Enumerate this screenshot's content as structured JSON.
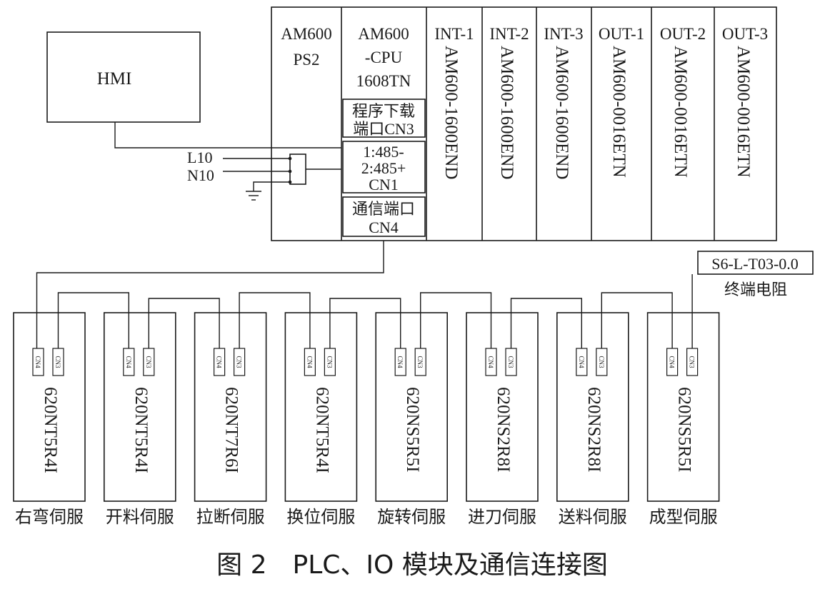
{
  "hmi": {
    "label": "HMI"
  },
  "power": {
    "l_label": "L10",
    "n_label": "N10"
  },
  "plc": {
    "ps": {
      "line1": "AM600",
      "line2": "PS2"
    },
    "cpu": {
      "line1": "AM600",
      "line2": "-CPU",
      "line3": "1608TN",
      "cn3": {
        "line1": "程序下载",
        "line2": "端口CN3"
      },
      "cn1": {
        "line1": "1:485-",
        "line2": "2:485+",
        "line3": "CN1"
      },
      "cn4": {
        "line1": "通信端口",
        "line2": "CN4"
      }
    },
    "modules": [
      {
        "header": "INT-1",
        "model": "AM600-1600END"
      },
      {
        "header": "INT-2",
        "model": "AM600-1600END"
      },
      {
        "header": "INT-3",
        "model": "AM600-1600END"
      },
      {
        "header": "OUT-1",
        "model": "AM600-0016ETN"
      },
      {
        "header": "OUT-2",
        "model": "AM600-0016ETN"
      },
      {
        "header": "OUT-3",
        "model": "AM600-0016ETN"
      }
    ]
  },
  "terminator": {
    "line1": "S6-L-T03-0.0",
    "line2": "终端电阻"
  },
  "servos": [
    {
      "model": "620NT5R4I",
      "name": "右弯伺服",
      "port_a": "CN4",
      "port_b": "CN3"
    },
    {
      "model": "620NT5R4I",
      "name": "开料伺服",
      "port_a": "CN4",
      "port_b": "CN3"
    },
    {
      "model": "620NT7R6I",
      "name": "拉断伺服",
      "port_a": "CN4",
      "port_b": "CN3"
    },
    {
      "model": "620NT5R4I",
      "name": "换位伺服",
      "port_a": "CN4",
      "port_b": "CN3"
    },
    {
      "model": "620NS5R5I",
      "name": "旋转伺服",
      "port_a": "CN4",
      "port_b": "CN3"
    },
    {
      "model": "620NS2R8I",
      "name": "进刀伺服",
      "port_a": "CN4",
      "port_b": "CN3"
    },
    {
      "model": "620NS2R8I",
      "name": "送料伺服",
      "port_a": "CN4",
      "port_b": "CN3"
    },
    {
      "model": "620NS5R5I",
      "name": "成型伺服",
      "port_a": "CN4",
      "port_b": "CN3"
    }
  ],
  "caption": "图 2　PLC、IO 模块及通信连接图"
}
